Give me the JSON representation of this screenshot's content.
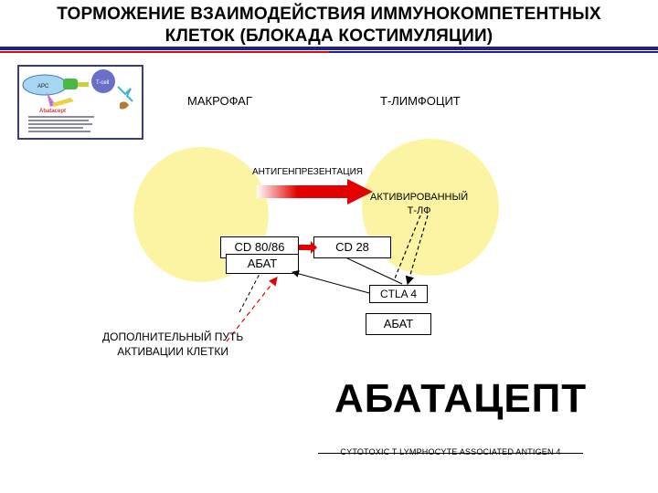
{
  "title": {
    "line1": "ТОРМОЖЕНИЕ ВЗАИМОДЕЙСТВИЯ ИММУНОКОМПЕТЕНТНЫХ",
    "line2": "КЛЕТОК (БЛОКАДА КОСТИМУЛЯЦИИ)"
  },
  "thumbnail": {
    "apc_label": "APC",
    "tcell_label": "T-cell",
    "drug_label": "Abatacept"
  },
  "labels": {
    "macrophage": "МАКРОФАГ",
    "t_lymphocyte": "Т-ЛИМФОЦИТ",
    "antigen_presentation": "АНТИГЕНПРЕЗЕНТАЦИЯ",
    "activated_line1": "АКТИВИРОВАННЫЙ",
    "activated_line2": "Т-ЛФ",
    "additional_line1": "ДОПОЛНИТЕЛЬНЫЙ ПУТЬ",
    "additional_line2": "АКТИВАЦИИ КЛЕТКИ"
  },
  "boxes": {
    "cd8086": "CD 80/86",
    "abat_left": "АБАТ",
    "cd28": "CD 28",
    "ctla4": "CTLA 4",
    "abat_right": "АБАТ"
  },
  "drug_name": "АБАТАЦЕПТ",
  "footnote": "CYTOTOXIC T LYMPHOCYTE ASSOCIATED ANTIGEN 4",
  "colors": {
    "title_rule": "#1f1f8f",
    "title_rule_red": "#cc1111",
    "circle_fill": "#fbf5a3",
    "arrow_red": "#e30000",
    "dashed_red": "#e30000"
  }
}
